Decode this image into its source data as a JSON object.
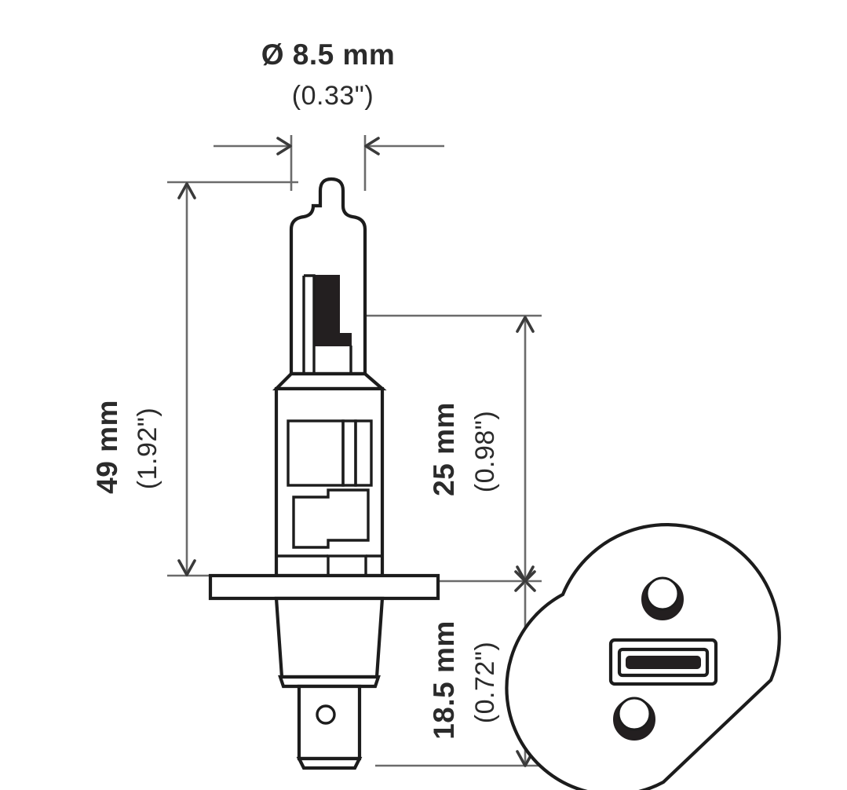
{
  "figure": {
    "title": "H1 halogen bulb dimensional drawing",
    "background_color": "#ffffff",
    "line_color": "#1c1c1c",
    "dimension_line_color": "#6b6b6b",
    "text_color": "#2b2b2b"
  },
  "dimensions": {
    "diameter": {
      "primary": "Ø 8.5 mm",
      "secondary": "(0.33\")",
      "orientation": "horizontal",
      "position": "top"
    },
    "overall_length": {
      "primary": "49  mm",
      "secondary": "(1.92\")",
      "orientation": "vertical-rotated",
      "position": "left"
    },
    "glass_to_flange": {
      "primary": "25 mm",
      "secondary": "(0.98\")",
      "orientation": "vertical-rotated",
      "position": "center-right"
    },
    "flange_to_pin_end": {
      "primary": "18.5 mm",
      "secondary": "(0.72\")",
      "orientation": "vertical-rotated",
      "position": "center-right-lower"
    }
  },
  "views": {
    "side_view": {
      "name": "side-elevation-view",
      "parts": [
        "glass-envelope",
        "filament",
        "metal-base",
        "flange",
        "base-body",
        "contact-pin"
      ]
    },
    "bottom_view": {
      "name": "bottom-end-view",
      "parts": [
        "base-outline-circle-with-chamfer",
        "contact-hole-upper",
        "contact-slot-center",
        "contact-hole-lower"
      ]
    }
  }
}
